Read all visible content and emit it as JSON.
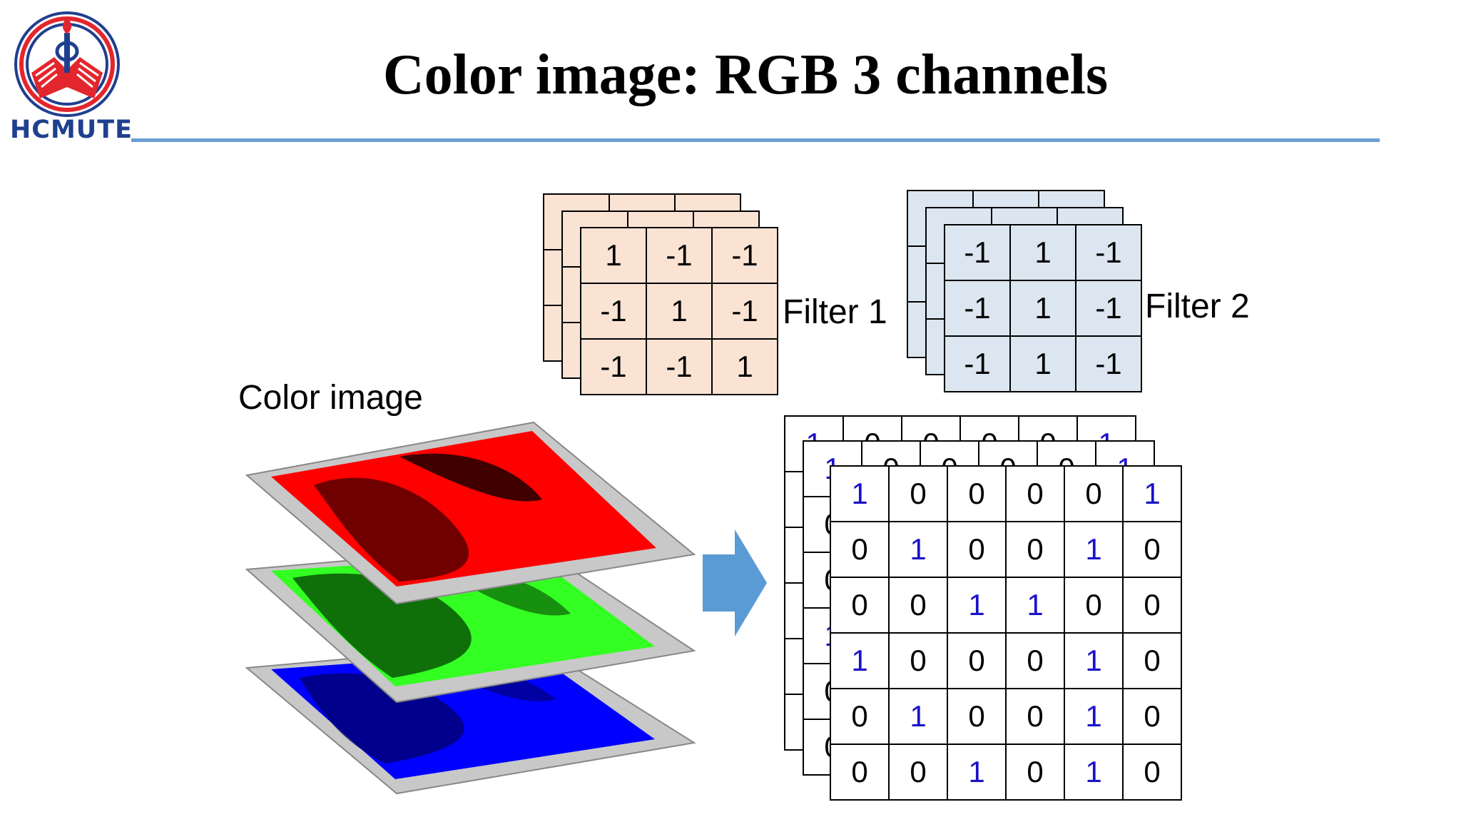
{
  "slide": {
    "title": "Color image: RGB 3 channels",
    "logo_text": "HCMUTE",
    "color_image_label": "Color image",
    "filter1_label": "Filter 1",
    "filter2_label": "Filter 2"
  },
  "filter1": {
    "cells": [
      [
        "1",
        "-1",
        "-1"
      ],
      [
        "-1",
        "1",
        "-1"
      ],
      [
        "-1",
        "-1",
        "1"
      ]
    ]
  },
  "filter2": {
    "cells": [
      [
        "-1",
        "1",
        "-1"
      ],
      [
        "-1",
        "1",
        "-1"
      ],
      [
        "-1",
        "1",
        "-1"
      ]
    ]
  },
  "image_matrix": {
    "cells": [
      [
        "1",
        "0",
        "0",
        "0",
        "0",
        "1"
      ],
      [
        "0",
        "1",
        "0",
        "0",
        "1",
        "0"
      ],
      [
        "0",
        "0",
        "1",
        "1",
        "0",
        "0"
      ],
      [
        "1",
        "0",
        "0",
        "0",
        "1",
        "0"
      ],
      [
        "0",
        "1",
        "0",
        "0",
        "1",
        "0"
      ],
      [
        "0",
        "0",
        "1",
        "0",
        "1",
        "0"
      ]
    ]
  },
  "colors": {
    "accent_rule": "#6a9fd4",
    "filter1_fill": "#fbe3d4",
    "filter2_fill": "#dce6f1",
    "one_digit": "#1a12c8",
    "arrow": "#5b9bd5",
    "red_channel": "#ff0000",
    "green_channel": "#33ff22",
    "blue_channel": "#0000ff",
    "logo_red": "#e3262d",
    "logo_blue": "#1f3f8f"
  },
  "icons": {
    "logo": "hcmute-logo-icon",
    "arrow": "arrow-right-icon"
  }
}
